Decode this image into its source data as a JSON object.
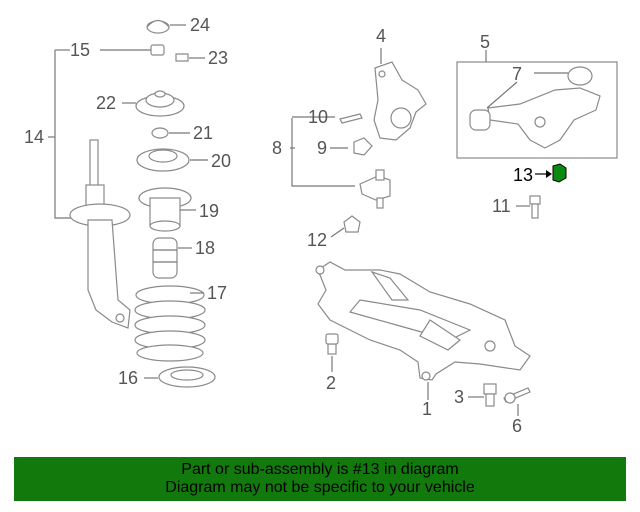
{
  "diagram": {
    "callouts": {
      "c1": "1",
      "c2": "2",
      "c3": "3",
      "c4": "4",
      "c5": "5",
      "c6": "6",
      "c7": "7",
      "c8": "8",
      "c9": "9",
      "c10": "10",
      "c11": "11",
      "c12": "12",
      "c13": "13",
      "c14": "14",
      "c15": "15",
      "c16": "16",
      "c17": "17",
      "c18": "18",
      "c19": "19",
      "c20": "20",
      "c21": "21",
      "c22": "22",
      "c23": "23",
      "c24": "24"
    },
    "highlight_part": "13"
  },
  "banner": {
    "line1": "Part or sub-assembly is #13 in diagram",
    "line2": "Diagram may not be specific to your vehicle"
  },
  "colors": {
    "banner_bg": "#127a0c",
    "highlight_part": "#0a8a10",
    "line_art": "#8a8a8a"
  }
}
